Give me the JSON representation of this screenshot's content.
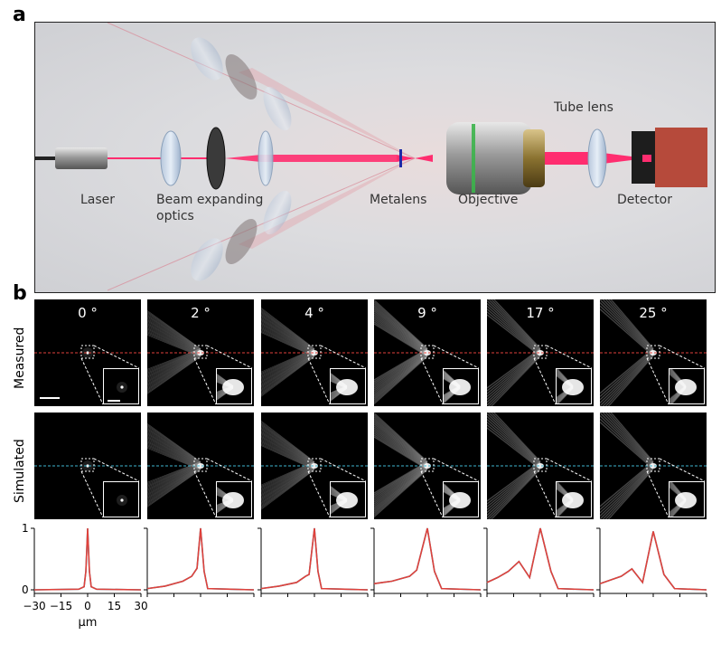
{
  "figure": {
    "panel_a_label": "a",
    "panel_b_label": "b",
    "scene_labels": {
      "laser": "Laser",
      "beam_expanding": "Beam expanding",
      "optics": "optics",
      "metalens": "Metalens",
      "objective": "Objective",
      "tube_lens": "Tube lens",
      "detector": "Detector"
    },
    "row_labels": {
      "measured": "Measured",
      "simulated": "Simulated"
    },
    "angles": [
      "0 °",
      "2 °",
      "4 °",
      "9 °",
      "17 °",
      "25 °"
    ],
    "y_ticks": [
      "1",
      "0"
    ],
    "x_ticks": [
      "−30",
      "−15",
      "0",
      "15",
      "30"
    ],
    "x_unit": "μm",
    "colors": {
      "measured": "#e0413b",
      "simulated": "#2a9fbc",
      "measured_line": "#e0413b",
      "simulated_line": "#3fb6cf"
    }
  },
  "chart_data": [
    {
      "type": "line",
      "angle": "0 °",
      "xlim": [
        -30,
        30
      ],
      "ylim": [
        0,
        1
      ],
      "series": [
        {
          "values": [
            [
              -30,
              0
            ],
            [
              -5,
              0.01
            ],
            [
              -2,
              0.05
            ],
            [
              -1,
              0.3
            ],
            [
              0,
              1
            ],
            [
              1,
              0.3
            ],
            [
              2,
              0.05
            ],
            [
              5,
              0.01
            ],
            [
              30,
              0
            ]
          ]
        }
      ]
    },
    {
      "type": "line",
      "angle": "2 °",
      "xlim": [
        -30,
        30
      ],
      "ylim": [
        0,
        1
      ],
      "series": [
        {
          "values": [
            [
              -30,
              0.02
            ],
            [
              -20,
              0.06
            ],
            [
              -10,
              0.14
            ],
            [
              -5,
              0.22
            ],
            [
              -2,
              0.35
            ],
            [
              0,
              1
            ],
            [
              2,
              0.3
            ],
            [
              4,
              0.02
            ],
            [
              30,
              0
            ]
          ]
        }
      ]
    },
    {
      "type": "line",
      "angle": "4 °",
      "xlim": [
        -30,
        30
      ],
      "ylim": [
        0,
        1
      ],
      "series": [
        {
          "values": [
            [
              -30,
              0.02
            ],
            [
              -20,
              0.06
            ],
            [
              -10,
              0.12
            ],
            [
              -5,
              0.22
            ],
            [
              -3,
              0.25
            ],
            [
              0,
              1
            ],
            [
              2,
              0.3
            ],
            [
              4,
              0.02
            ],
            [
              30,
              0
            ]
          ]
        }
      ]
    },
    {
      "type": "line",
      "angle": "9 °",
      "xlim": [
        -30,
        30
      ],
      "ylim": [
        0,
        1
      ],
      "series": [
        {
          "values": [
            [
              -30,
              0.1
            ],
            [
              -25,
              0.12
            ],
            [
              -20,
              0.14
            ],
            [
              -15,
              0.18
            ],
            [
              -10,
              0.22
            ],
            [
              -6,
              0.32
            ],
            [
              0,
              1
            ],
            [
              4,
              0.3
            ],
            [
              8,
              0.02
            ],
            [
              30,
              0
            ]
          ]
        }
      ]
    },
    {
      "type": "line",
      "angle": "17 °",
      "xlim": [
        -30,
        30
      ],
      "ylim": [
        0,
        1
      ],
      "series": [
        {
          "values": [
            [
              -30,
              0.12
            ],
            [
              -24,
              0.2
            ],
            [
              -18,
              0.3
            ],
            [
              -12,
              0.46
            ],
            [
              -6,
              0.2
            ],
            [
              0,
              1
            ],
            [
              6,
              0.3
            ],
            [
              10,
              0.02
            ],
            [
              30,
              0
            ]
          ]
        }
      ]
    },
    {
      "type": "line",
      "angle": "25 °",
      "xlim": [
        -30,
        30
      ],
      "ylim": [
        0,
        1
      ],
      "series": [
        {
          "values": [
            [
              -30,
              0.1
            ],
            [
              -24,
              0.16
            ],
            [
              -18,
              0.22
            ],
            [
              -12,
              0.34
            ],
            [
              -6,
              0.12
            ],
            [
              0,
              0.95
            ],
            [
              6,
              0.25
            ],
            [
              12,
              0.02
            ],
            [
              30,
              0
            ]
          ]
        }
      ]
    }
  ]
}
